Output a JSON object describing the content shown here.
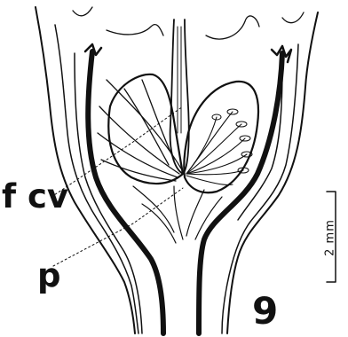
{
  "figure": {
    "labels": {
      "fcv": "f cv",
      "p": "p",
      "figure_number": "9"
    },
    "scale_bar": {
      "label": "2 mm"
    },
    "colors": {
      "ink": "#111111",
      "paper": "#ffffff"
    }
  }
}
